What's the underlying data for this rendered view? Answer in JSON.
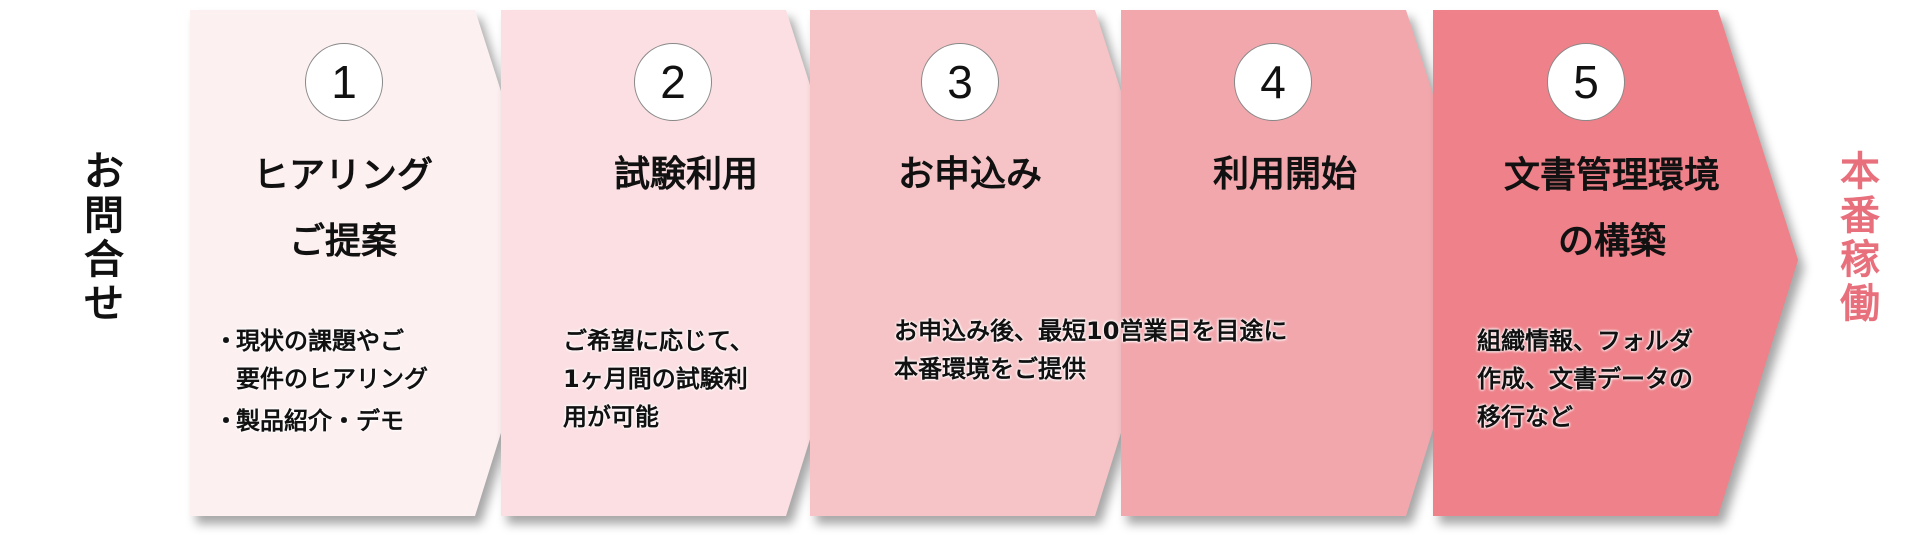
{
  "start_label": "お問合せ",
  "end_label": "本番稼働",
  "end_label_color": "#e8707c",
  "steps": [
    {
      "number": "1",
      "title_lines": [
        "ヒアリング",
        "ご提案"
      ],
      "bullets": [
        "現状の課題やご\n要件のヒアリング",
        "製品紹介・デモ"
      ],
      "color": "#fdf0f1"
    },
    {
      "number": "2",
      "title_lines": [
        "試験利用"
      ],
      "desc_lines": [
        "ご希望に応じて、",
        "1ヶ月間の試験利",
        "用が可能"
      ],
      "color": "#fbdfe2"
    },
    {
      "number": "3",
      "title_lines": [
        "お申込み"
      ],
      "desc_lines": [
        "お申込み後、最短10営業日を目途に",
        "本番環境をご提供"
      ],
      "color": "#f6c3c6"
    },
    {
      "number": "4",
      "title_lines": [
        "利用開始"
      ],
      "color": "#f2a7ad"
    },
    {
      "number": "5",
      "title_lines": [
        "文書管理環境",
        "の構築"
      ],
      "desc_lines": [
        "組織情報、フォルダ",
        "作成、文書データの",
        "移行など"
      ],
      "color": "#ee8189"
    }
  ]
}
